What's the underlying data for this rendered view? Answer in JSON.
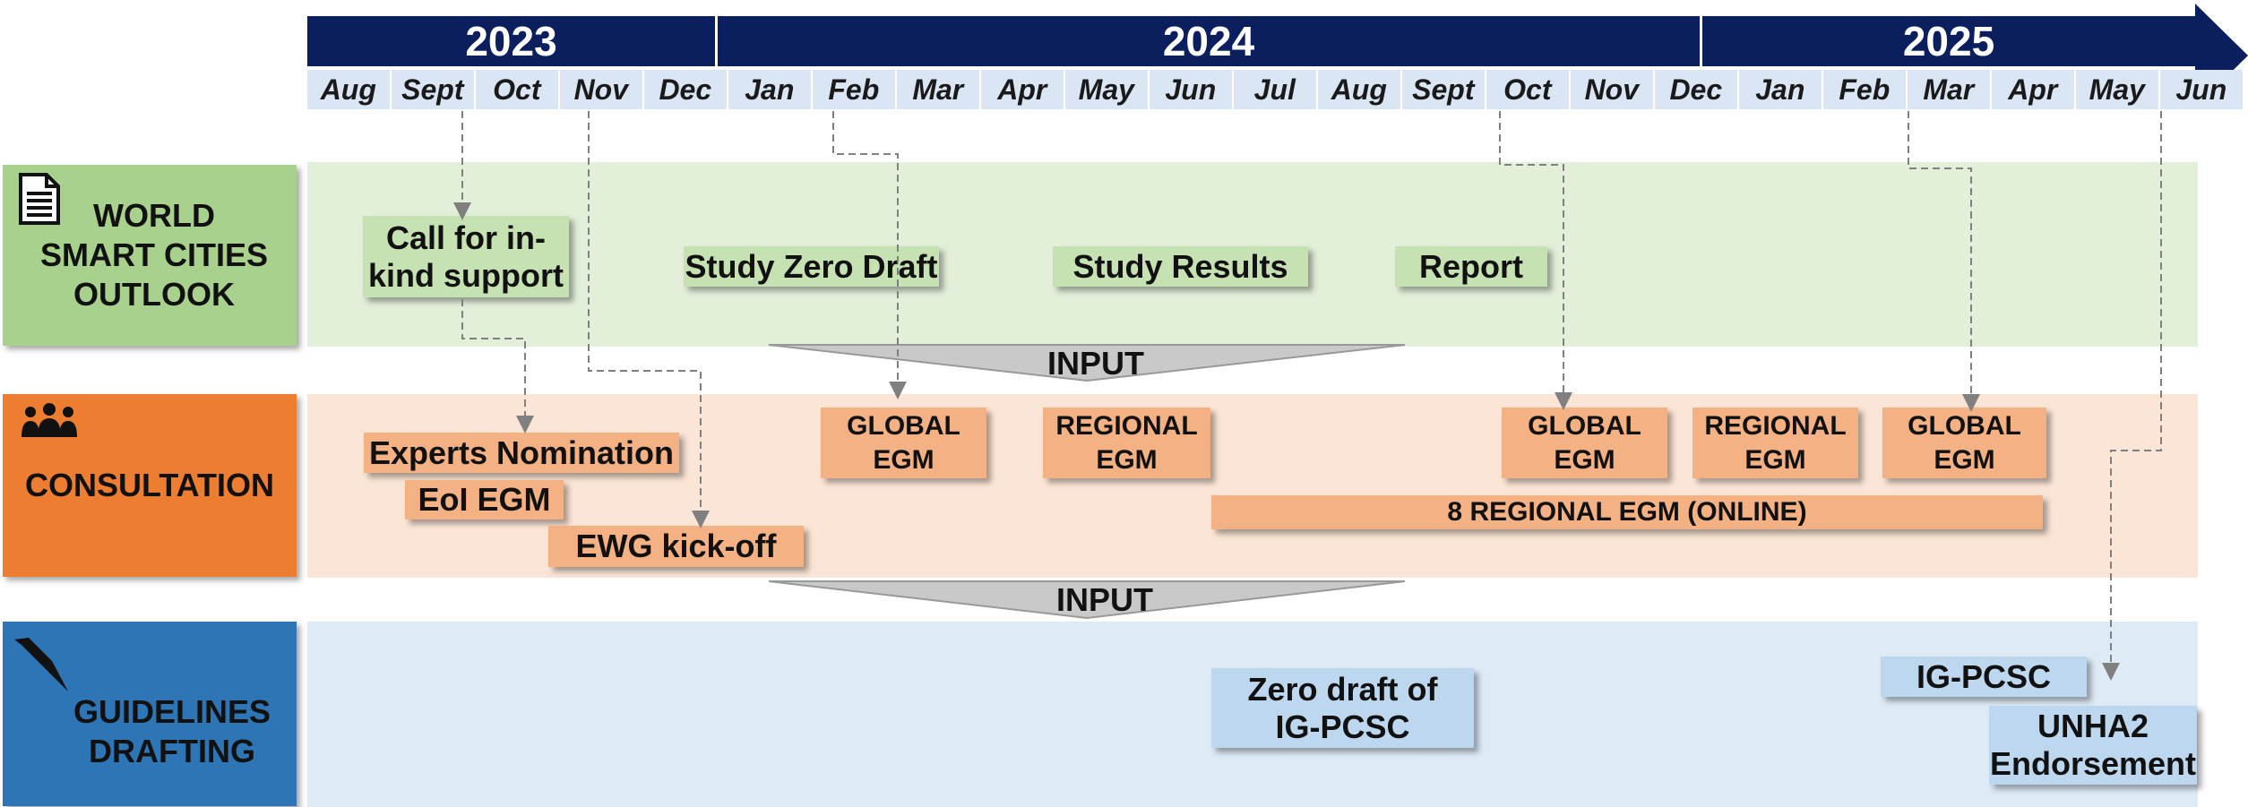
{
  "timeline": {
    "years": [
      "2023",
      "2024",
      "2025"
    ],
    "months": [
      "Aug",
      "Sept",
      "Oct",
      "Nov",
      "Dec",
      "Jan",
      "Feb",
      "Mar",
      "Apr",
      "May",
      "Jun",
      "Jul",
      "Aug",
      "Sept",
      "Oct",
      "Nov",
      "Dec",
      "Jan",
      "Feb",
      "Mar",
      "Apr",
      "May",
      "Jun"
    ]
  },
  "lanes": {
    "outlook": {
      "label": "WORLD\nSMART CITIES\nOUTLOOK",
      "color": "#a9d18e",
      "band_color": "#e2efd9",
      "icon": "document-icon"
    },
    "consultation": {
      "label": "CONSULTATION",
      "color": "#ed7d31",
      "band_color": "#fbe5d6",
      "icon": "people-icon"
    },
    "drafting": {
      "label": "GUIDELINES\nDRAFTING",
      "color": "#2e75b6",
      "band_color": "#deebf7",
      "icon": "pen-icon"
    }
  },
  "outlook_items": {
    "call": "Call for in-\nkind support",
    "zero_draft": "Study Zero Draft",
    "results": "Study Results",
    "report": "Report"
  },
  "consultation_items": {
    "experts": "Experts Nomination",
    "eoi": "EoI EGM",
    "kickoff": "EWG kick-off",
    "global1": "GLOBAL\nEGM",
    "regional1": "REGIONAL\nEGM",
    "global2": "GLOBAL\nEGM",
    "regional2": "REGIONAL\nEGM",
    "global3": "GLOBAL\nEGM",
    "regional_online": "8 REGIONAL EGM (ONLINE)"
  },
  "drafting_items": {
    "zero": "Zero draft of\nIG-PCSC",
    "igpcsc": "IG-PCSC",
    "endorsement": "UNHA2\nEndorsement"
  },
  "inputs": {
    "first": "INPUT",
    "second": "INPUT"
  },
  "colors": {
    "navy": "#0b1f5e",
    "month_bg": "#dbe6f4",
    "connector": "#808080"
  }
}
